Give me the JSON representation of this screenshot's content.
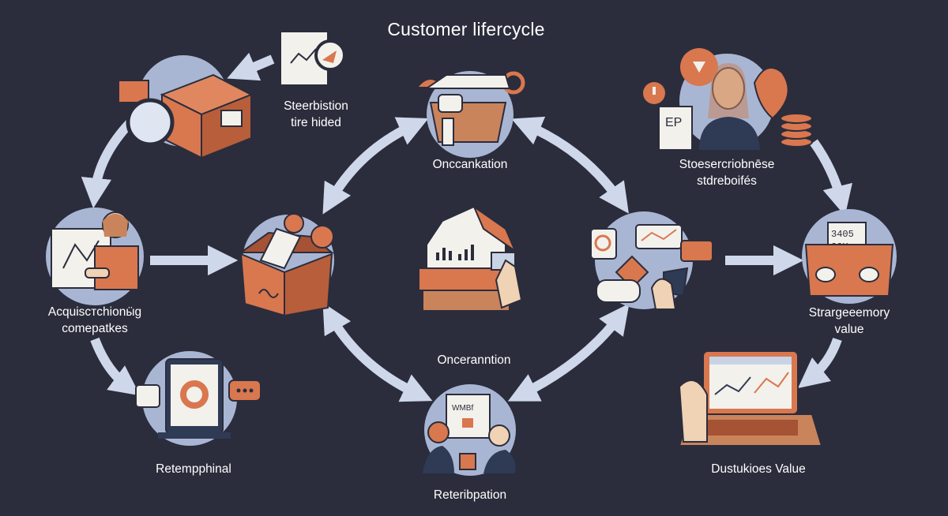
{
  "title": "Customer lifercycle",
  "colors": {
    "background": "#2b2d3c",
    "circle": "#a9b6d3",
    "box_orange": "#d9774f",
    "box_dark": "#a65234",
    "arrow": "#cfd8ea",
    "text": "#ffffff"
  },
  "stages": {
    "top_left": {
      "line1": "Steerbistion",
      "line2": "tire hided"
    },
    "top_center": {
      "line1": "Oncсankation",
      "line2": ""
    },
    "top_right": {
      "line1": "Stoesercriobnēse",
      "line2": "stdreboifés"
    },
    "middle_left": {
      "line1": "Acquisстchionӹg",
      "line2": "comepatkes"
    },
    "center": {
      "line1": "Onceranntion",
      "line2": ""
    },
    "middle_right": {
      "line1": "Strargeeemory",
      "line2": "value"
    },
    "bottom_left": {
      "line1": "Retemрphinal",
      "line2": ""
    },
    "bottom_center": {
      "line1": "Reteribpation",
      "line2": ""
    },
    "bottom_right": {
      "line1": "Dustukioes Value",
      "line2": ""
    }
  },
  "illustration_text": {
    "document_top_right": "EP",
    "box_right_line1": "3405",
    "box_right_line2": "20X",
    "poster_bottom_center": "WMBf"
  },
  "icons": [
    "magnifier-document-icon",
    "package-box-icon",
    "box-stack-icon",
    "presenter-icon",
    "parcel-hands-icon",
    "house-chart-icon",
    "chat-network-icon",
    "gift-box-icon",
    "tablet-gear-icon",
    "team-meeting-icon",
    "laptop-chart-icon",
    "woman-profile-icon",
    "gear-icon",
    "cycle-arrow-icon"
  ]
}
